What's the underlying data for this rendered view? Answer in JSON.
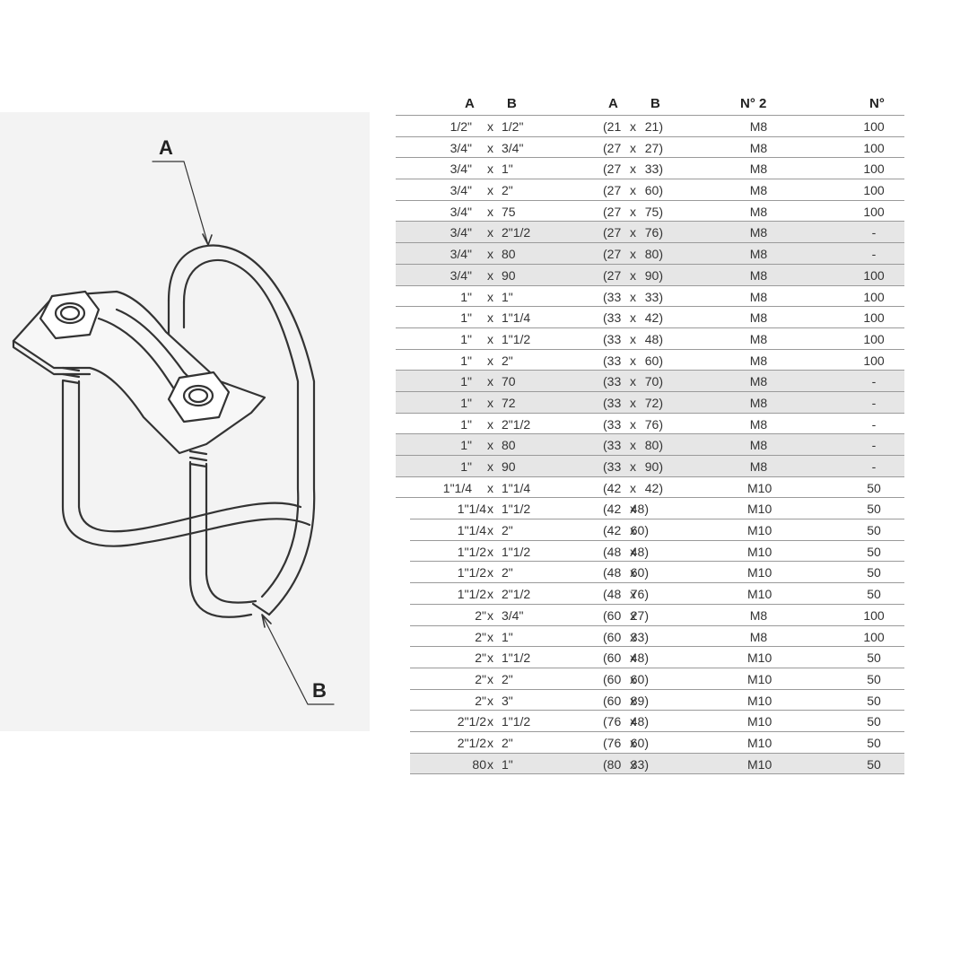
{
  "drawing": {
    "label_a": "A",
    "label_b": "B"
  },
  "table": {
    "headers": {
      "a_inch": "A",
      "b_inch": "B",
      "a_mm": "A",
      "b_mm": "B",
      "screw": "N° 2",
      "qty": "N°"
    },
    "rows": [
      {
        "ai": "1/2\"",
        "bi": "1/2\"",
        "am": "(21",
        "bm": "21)",
        "screw": "M8",
        "qty": "100",
        "shaded": false
      },
      {
        "ai": "3/4\"",
        "bi": "3/4\"",
        "am": "(27",
        "bm": "27)",
        "screw": "M8",
        "qty": "100",
        "shaded": false
      },
      {
        "ai": "3/4\"",
        "bi": "1\"",
        "am": "(27",
        "bm": "33)",
        "screw": "M8",
        "qty": "100",
        "shaded": false
      },
      {
        "ai": "3/4\"",
        "bi": "2\"",
        "am": "(27",
        "bm": "60)",
        "screw": "M8",
        "qty": "100",
        "shaded": false
      },
      {
        "ai": "3/4\"",
        "bi": "75",
        "am": "(27",
        "bm": "75)",
        "screw": "M8",
        "qty": "100",
        "shaded": false
      },
      {
        "ai": "3/4\"",
        "bi": "2\"1/2",
        "am": "(27",
        "bm": "76)",
        "screw": "M8",
        "qty": "-",
        "shaded": true
      },
      {
        "ai": "3/4\"",
        "bi": "80",
        "am": "(27",
        "bm": "80)",
        "screw": "M8",
        "qty": "-",
        "shaded": true
      },
      {
        "ai": "3/4\"",
        "bi": "90",
        "am": "(27",
        "bm": "90)",
        "screw": "M8",
        "qty": "100",
        "shaded": true
      },
      {
        "ai": "1\"",
        "bi": "1\"",
        "am": "(33",
        "bm": "33)",
        "screw": "M8",
        "qty": "100",
        "shaded": false
      },
      {
        "ai": "1\"",
        "bi": "1\"1/4",
        "am": "(33",
        "bm": "42)",
        "screw": "M8",
        "qty": "100",
        "shaded": false
      },
      {
        "ai": "1\"",
        "bi": "1\"1/2",
        "am": "(33",
        "bm": "48)",
        "screw": "M8",
        "qty": "100",
        "shaded": false
      },
      {
        "ai": "1\"",
        "bi": "2\"",
        "am": "(33",
        "bm": "60)",
        "screw": "M8",
        "qty": "100",
        "shaded": false
      },
      {
        "ai": "1\"",
        "bi": "70",
        "am": "(33",
        "bm": "70)",
        "screw": "M8",
        "qty": "-",
        "shaded": true
      },
      {
        "ai": "1\"",
        "bi": "72",
        "am": "(33",
        "bm": "72)",
        "screw": "M8",
        "qty": "-",
        "shaded": true
      },
      {
        "ai": "1\"",
        "bi": "2\"1/2",
        "am": "(33",
        "bm": "76)",
        "screw": "M8",
        "qty": "-",
        "shaded": false
      },
      {
        "ai": "1\"",
        "bi": "80",
        "am": "(33",
        "bm": "80)",
        "screw": "M8",
        "qty": "-",
        "shaded": true
      },
      {
        "ai": "1\"",
        "bi": "90",
        "am": "(33",
        "bm": "90)",
        "screw": "M8",
        "qty": "-",
        "shaded": true
      },
      {
        "ai": "1\"1/4",
        "bi": "1\"1/4",
        "am": "(42",
        "bm": "42)",
        "screw": "M10",
        "qty": "50",
        "shaded": false
      },
      {
        "ai": "1\"1/4",
        "bi": "1\"1/2",
        "am": "(42",
        "bm": "48)",
        "screw": "M10",
        "qty": "50",
        "shaded": false,
        "short": true
      },
      {
        "ai": "1\"1/4",
        "bi": "2\"",
        "am": "(42",
        "bm": "60)",
        "screw": "M10",
        "qty": "50",
        "shaded": false,
        "short": true
      },
      {
        "ai": "1\"1/2",
        "bi": "1\"1/2",
        "am": "(48",
        "bm": "48)",
        "screw": "M10",
        "qty": "50",
        "shaded": false,
        "short": true
      },
      {
        "ai": "1\"1/2",
        "bi": "2\"",
        "am": "(48",
        "bm": "60)",
        "screw": "M10",
        "qty": "50",
        "shaded": false,
        "short": true
      },
      {
        "ai": "1\"1/2",
        "bi": "2\"1/2",
        "am": "(48",
        "bm": "76)",
        "screw": "M10",
        "qty": "50",
        "shaded": false,
        "short": true
      },
      {
        "ai": "2\"",
        "bi": "3/4\"",
        "am": "(60",
        "bm": "27)",
        "screw": "M8",
        "qty": "100",
        "shaded": false,
        "short": true
      },
      {
        "ai": "2\"",
        "bi": "1\"",
        "am": "(60",
        "bm": "33)",
        "screw": "M8",
        "qty": "100",
        "shaded": false,
        "short": true
      },
      {
        "ai": "2\"",
        "bi": "1\"1/2",
        "am": "(60",
        "bm": "48)",
        "screw": "M10",
        "qty": "50",
        "shaded": false,
        "short": true
      },
      {
        "ai": "2\"",
        "bi": "2\"",
        "am": "(60",
        "bm": "60)",
        "screw": "M10",
        "qty": "50",
        "shaded": false,
        "short": true
      },
      {
        "ai": "2\"",
        "bi": "3\"",
        "am": "(60",
        "bm": "89)",
        "screw": "M10",
        "qty": "50",
        "shaded": false,
        "short": true
      },
      {
        "ai": "2\"1/2",
        "bi": "1\"1/2",
        "am": "(76",
        "bm": "48)",
        "screw": "M10",
        "qty": "50",
        "shaded": false,
        "short": true
      },
      {
        "ai": "2\"1/2",
        "bi": "2\"",
        "am": "(76",
        "bm": "60)",
        "screw": "M10",
        "qty": "50",
        "shaded": false,
        "short": true
      },
      {
        "ai": "80",
        "bi": "1\"",
        "am": "(80",
        "bm": "33)",
        "screw": "M10",
        "qty": "50",
        "shaded": true,
        "short": true
      }
    ],
    "separator": "x",
    "shade_color": "#e6e6e6"
  }
}
